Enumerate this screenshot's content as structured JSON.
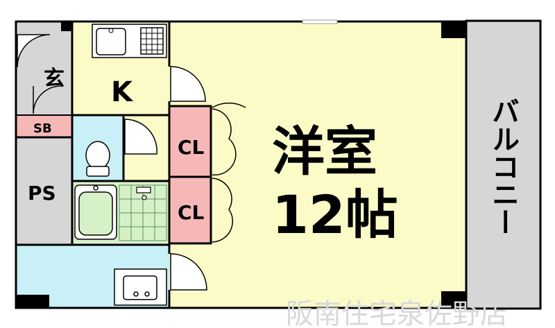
{
  "rooms": {
    "western_room_name": "洋室",
    "western_room_size": "12帖",
    "kitchen": "K",
    "entrance": "玄",
    "shoe_box": "SB",
    "pipe_space": "PS",
    "closet_1": "CL",
    "closet_2": "CL",
    "balcony": "バルコニー"
  },
  "watermark": "阪南住宅泉佐野店",
  "colors": {
    "western_room": "#FBFBC8",
    "kitchen": "#FBFBC8",
    "wet_area": "#C8F0F6",
    "closet": "#F6B7B7",
    "gray": "#D6D6D6",
    "bath": "#D6F0C8",
    "wall": "#000000"
  }
}
